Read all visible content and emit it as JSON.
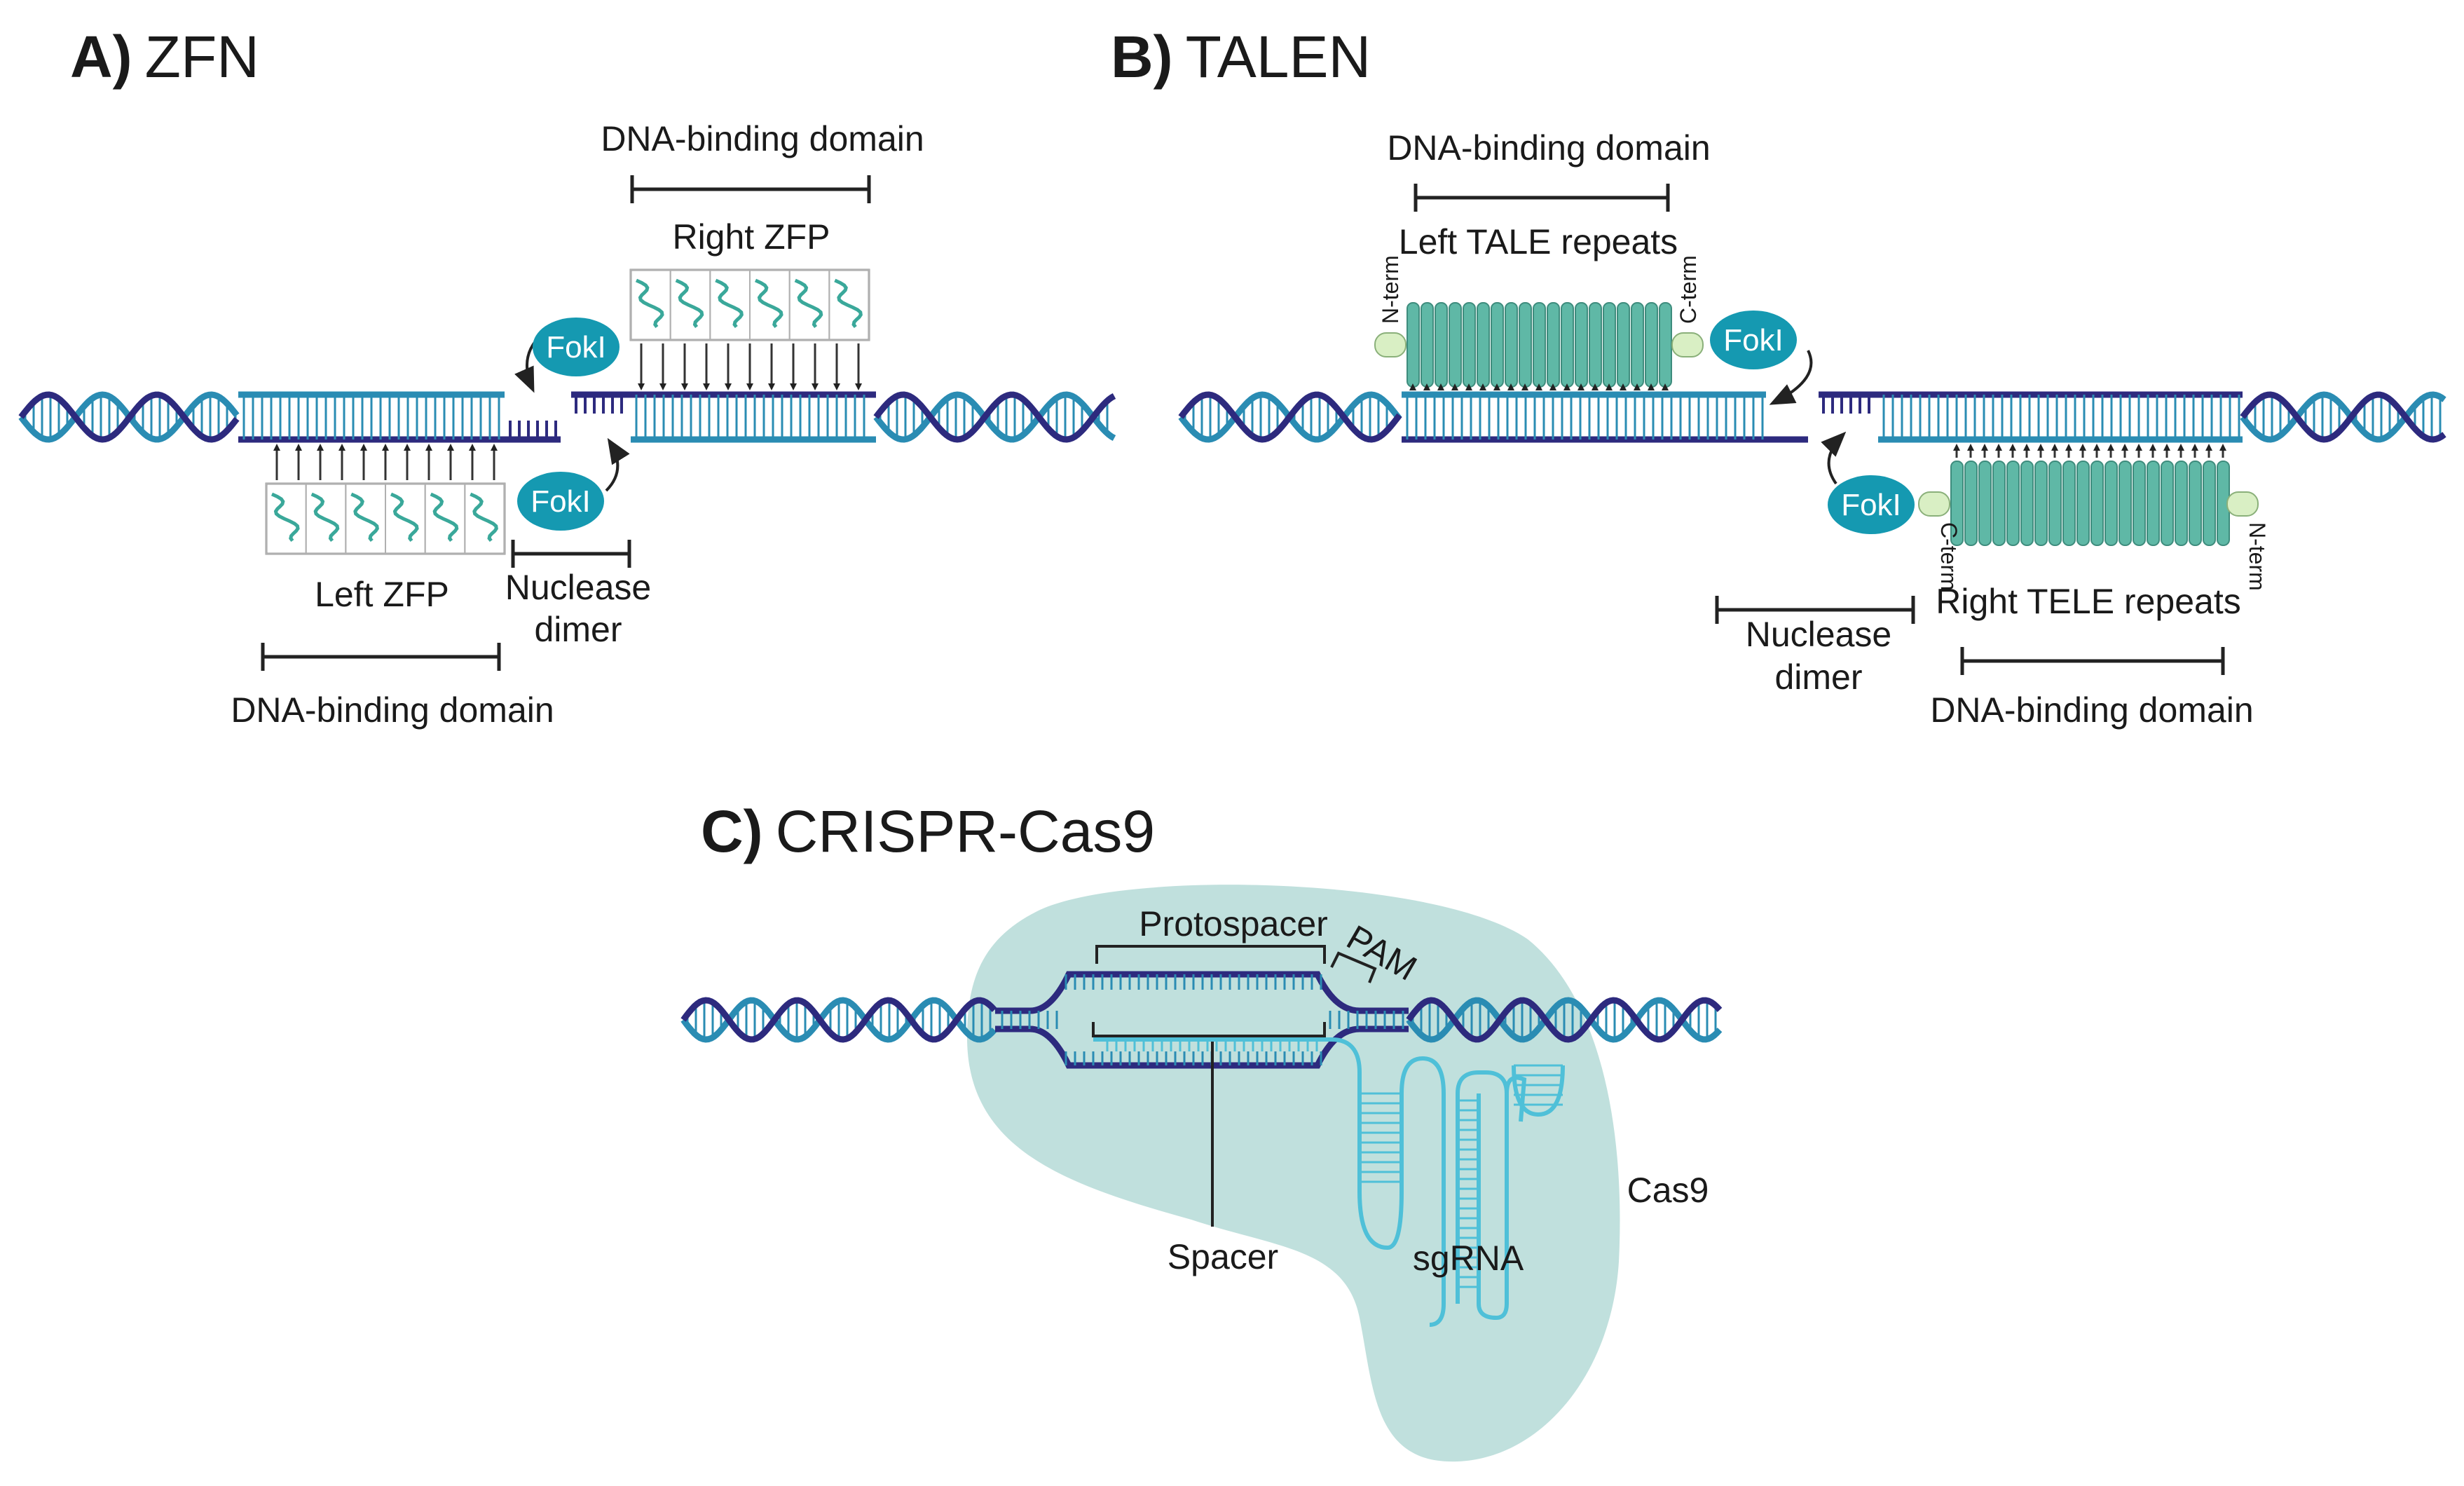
{
  "panels": {
    "zfn": {
      "letter": "A)",
      "title": "ZFN",
      "dna_binding_top": "DNA-binding domain",
      "right_zfp": "Right ZFP",
      "fokl_top": "FokI",
      "fokl_bottom": "FokI",
      "left_zfp": "Left ZFP",
      "nuclease_line1": "Nuclease",
      "nuclease_line2": "dimer",
      "dna_binding_bottom": "DNA-binding domain"
    },
    "talen": {
      "letter": "B)",
      "title": "TALEN",
      "dna_binding_top": "DNA-binding domain",
      "left_tale": "Left TALE repeats",
      "n_term_top": "N-term",
      "c_term_top": "C-term",
      "fokl_top": "FokI",
      "fokl_bottom": "FokI",
      "c_term_bottom": "C-term",
      "n_term_bottom": "N-term",
      "right_tele": "Right TELE repeats",
      "nuclease_line1": "Nuclease",
      "nuclease_line2": "dimer",
      "dna_binding_bottom": "DNA-binding domain"
    },
    "crispr": {
      "letter": "C)",
      "title": "CRISPR-Cas9",
      "protospacer": "Protospacer",
      "pam": "PAM",
      "spacer": "Spacer",
      "sgrna": "sgRNA",
      "cas9": "Cas9"
    }
  },
  "colors": {
    "dna_dark": "#2d2a7e",
    "dna_light": "#2a8cb3",
    "fokl": "#1599b1",
    "tale_repeat": "#5fb8a6",
    "terminus": "#d9efc4",
    "cas9": "#b9ddd9",
    "sgrna": "#4fc0d8"
  }
}
